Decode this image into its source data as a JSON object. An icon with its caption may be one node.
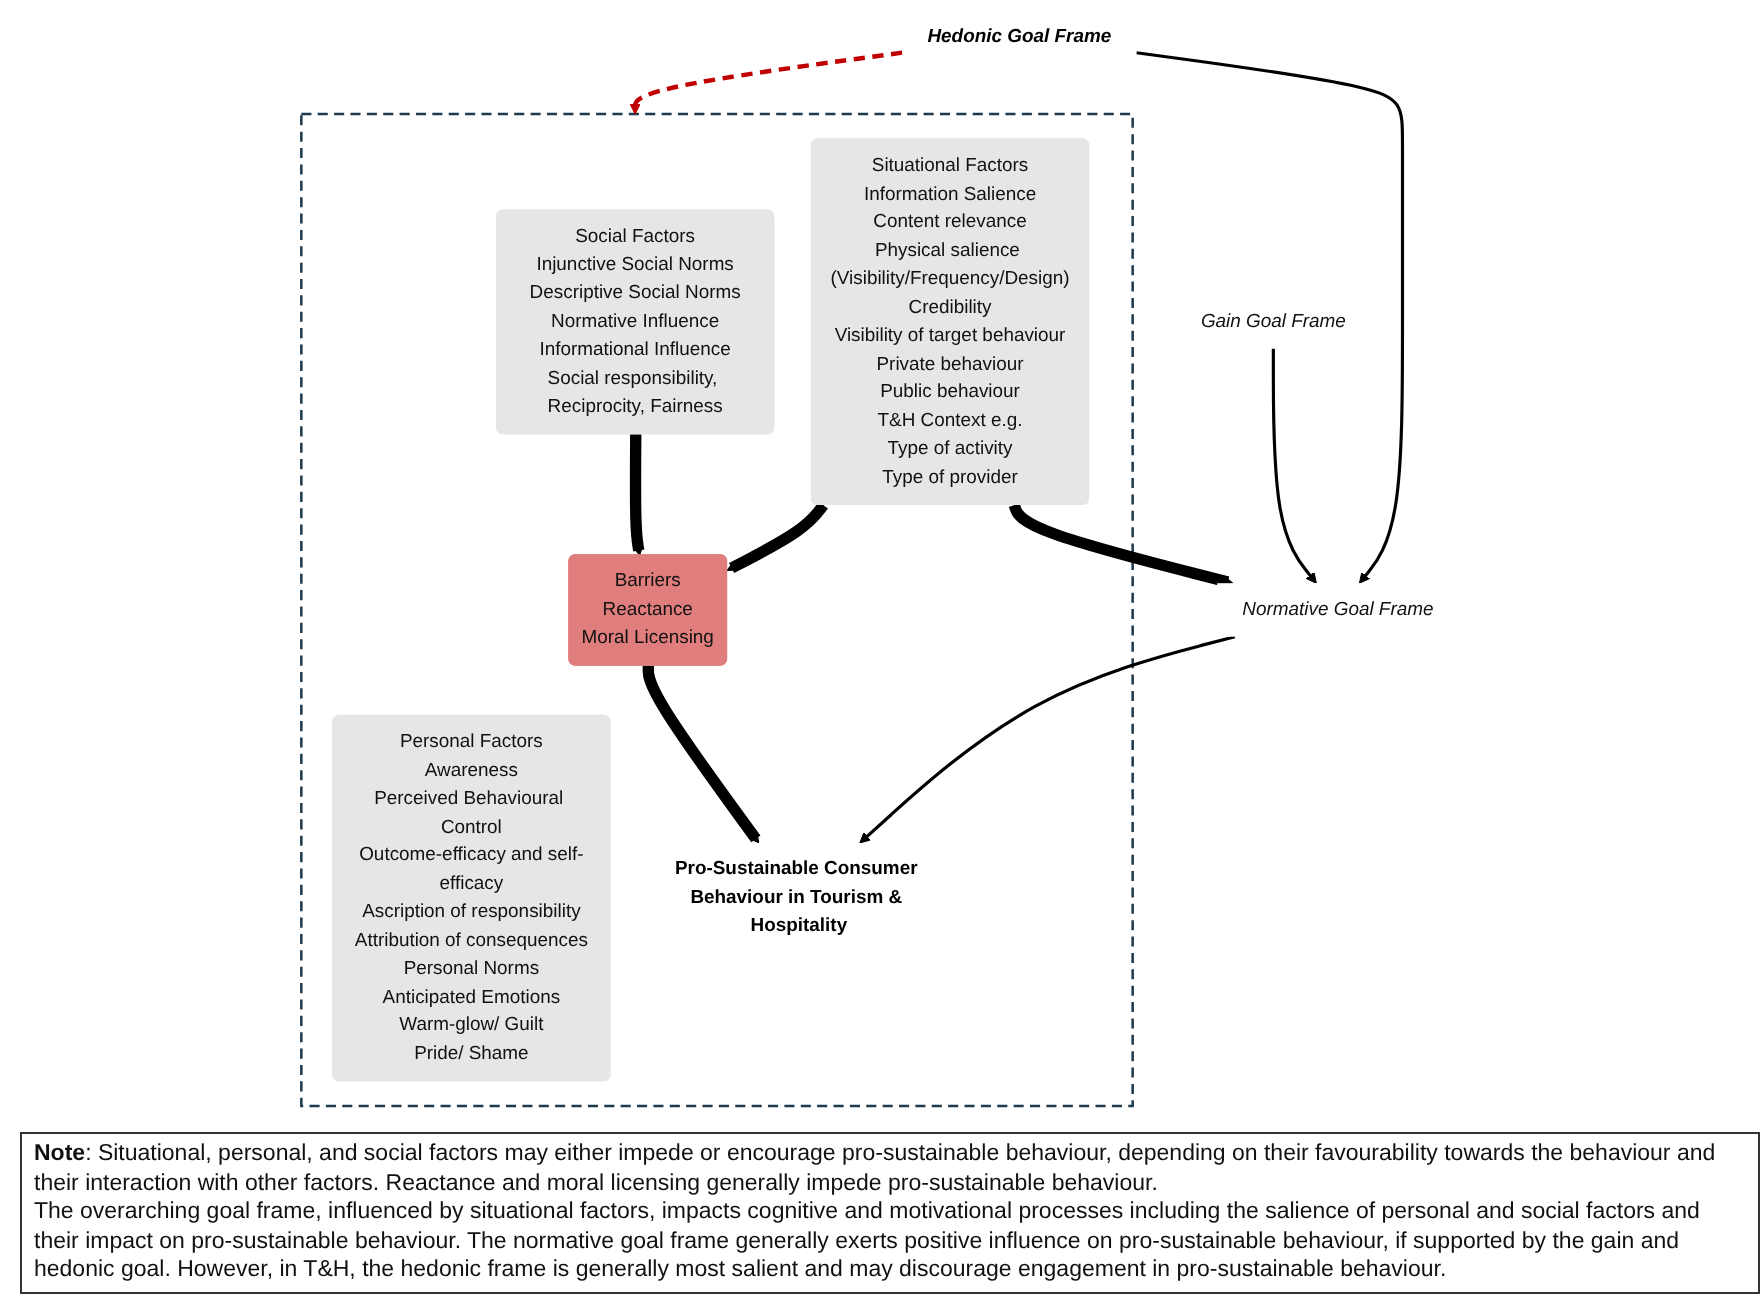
{
  "diagram": {
    "nodes": [
      {
        "text": [],
        "shape": "box"
      },
      {
        "text": [
          "Social Factors",
          "Injunctive Social Norms",
          "Descriptive Social Norms",
          "Normative Influence",
          "Informational Influence",
          "Social responsibility, Reciprocity, Fairness"
        ],
        "in": 0
      },
      {
        "text": [
          "Personal Factors",
          "Awareness",
          "Perceived Behavioural Control",
          "Outcome-efficacy and self-efficacy",
          "Ascription of responsibility",
          "Attribution of consequences",
          "Personal Norms",
          "Anticipated Emotions",
          "Warm-glow/ Guilt",
          "Pride/ Shame"
        ],
        "in": 0
      },
      {
        "text": [
          "Situational Factors",
          "Information Salience",
          "Content relevance",
          "Physical salience (Visibility/Frequency/Design)",
          "Credibility",
          "Visibility of target behaviour",
          "Private behaviour",
          "Public behaviour",
          "T&H Context e.g.",
          "Type of activity",
          "Type of provider"
        ],
        "in": 0
      },
      {
        "text": [
          "Barriers",
          "Reactance",
          "Moral Licensing"
        ],
        "in": 0
      },
      {
        "text": [
          "Pro-Sustainable Consumer Behaviour in Tourism & Hospitality"
        ],
        "in": 0
      },
      {
        "text": [
          "Normative Goal Frame"
        ]
      },
      {
        "text": [
          "Gain Goal Frame"
        ]
      },
      {
        "text": [
          "Hedonic Goal Frame"
        ]
      }
    ],
    "edges": [
      {
        "from": 1,
        "to": 4,
        "arrow": "to",
        "style": "thick"
      },
      {
        "from": 3,
        "to": 4,
        "arrow": "to",
        "style": "thick"
      },
      {
        "from": 3,
        "to": 6,
        "arrow": "to",
        "style": "thick"
      },
      {
        "from": 4,
        "to": 5,
        "arrow": "to",
        "style": "thick"
      },
      {
        "from": 6,
        "to": 5,
        "arrow": "to"
      },
      {
        "from": 7,
        "to": 6,
        "arrow": "to"
      },
      {
        "from": 8,
        "to": 6,
        "arrow": "to"
      },
      {
        "from": 8,
        "to": 0,
        "arrow": "to",
        "style": "dashed",
        "color": "#c00000"
      }
    ],
    "labels": [
      "**Note**: Situational, personal, and social factors may either impede or encourage pro-sustainable behaviour, depending on their favourability towards the behaviour and their interaction with other factors. Reactance and moral licensing generally impede pro-sustainable behaviour.",
      "The overarching goal frame, influenced by situational factors, impacts cognitive and motivational processes including the salience of personal and social factors and their impact on pro-sustainable behaviour. The normative goal frame generally exerts positive influence on pro-sustainable behaviour, if supported by the gain and hedonic goal. However, in T&H, the hedonic frame is generally most salient and may discourage engagement in pro-sustainable behaviour."
    ]
  }
}
